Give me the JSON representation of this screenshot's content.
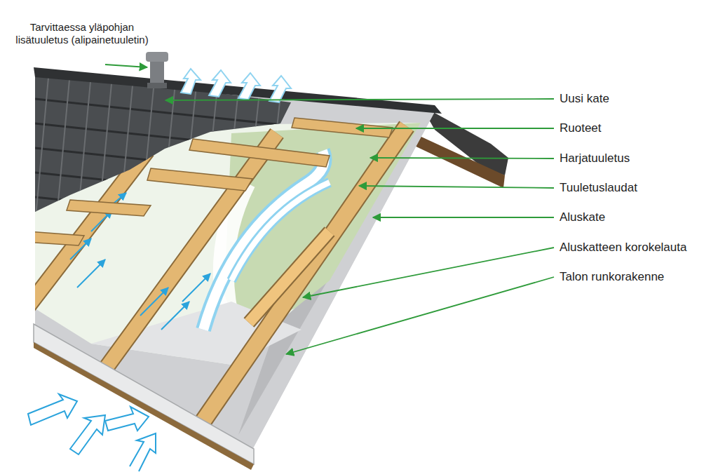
{
  "diagram": {
    "labels": [
      "Tarvittaessa yläpohjan lisätuuletus (alipainetuuletin)",
      "Uusi kate",
      "Ruoteet",
      "Harjatuuletus",
      "Tuuletuslaudat",
      "Aluskate",
      "Aluskatteen korokelauta",
      "Talon runkorakenne"
    ]
  }
}
